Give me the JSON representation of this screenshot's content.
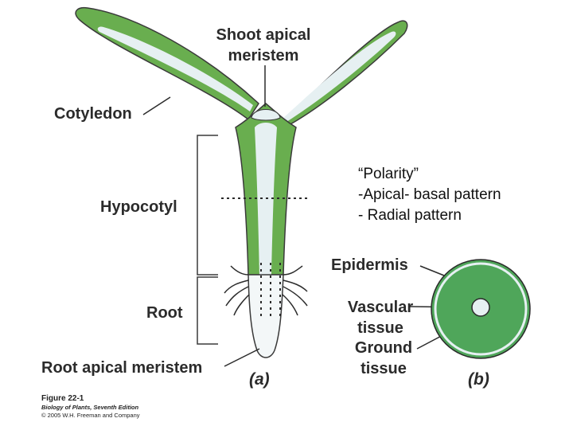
{
  "labels": {
    "shoot_apical_meristem_1": "Shoot apical",
    "shoot_apical_meristem_2": "meristem",
    "cotyledon": "Cotyledon",
    "hypocotyl": "Hypocotyl",
    "root": "Root",
    "root_apical_meristem": "Root apical meristem",
    "epidermis": "Epidermis",
    "vascular_tissue_1": "Vascular",
    "vascular_tissue_2": "tissue",
    "ground_tissue_1": "Ground",
    "ground_tissue_2": "tissue",
    "panel_a": "(a)",
    "panel_b": "(b)"
  },
  "notes": {
    "line1": "“Polarity”",
    "line2": "-Apical- basal pattern",
    "line3": "- Radial pattern"
  },
  "caption": {
    "figure": "Figure 22-1",
    "book": "Biology of Plants, Seventh Edition",
    "copyright": "© 2005 W.H. Freeman and Company"
  },
  "colors": {
    "green": "#69ae4f",
    "dark_outline": "#3a3a3a",
    "pale_tissue": "#e6f0f2",
    "cross_section_green": "#4fa65a"
  }
}
